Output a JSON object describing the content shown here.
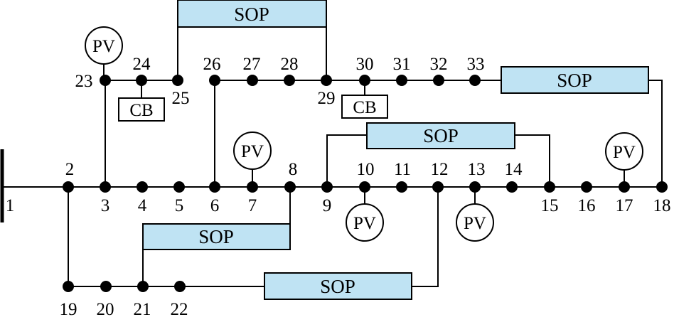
{
  "buses": [
    "1",
    "2",
    "3",
    "4",
    "5",
    "6",
    "7",
    "8",
    "9",
    "10",
    "11",
    "12",
    "13",
    "14",
    "15",
    "16",
    "17",
    "18",
    "19",
    "20",
    "21",
    "22",
    "23",
    "24",
    "25",
    "26",
    "27",
    "28",
    "29",
    "30",
    "31",
    "32",
    "33"
  ],
  "sop_label": "SOP",
  "pv_label": "PV",
  "cb_label": "CB",
  "colors": {
    "sop_fill": "#bfe3f3",
    "line": "#000000",
    "background": "#ffffff"
  }
}
